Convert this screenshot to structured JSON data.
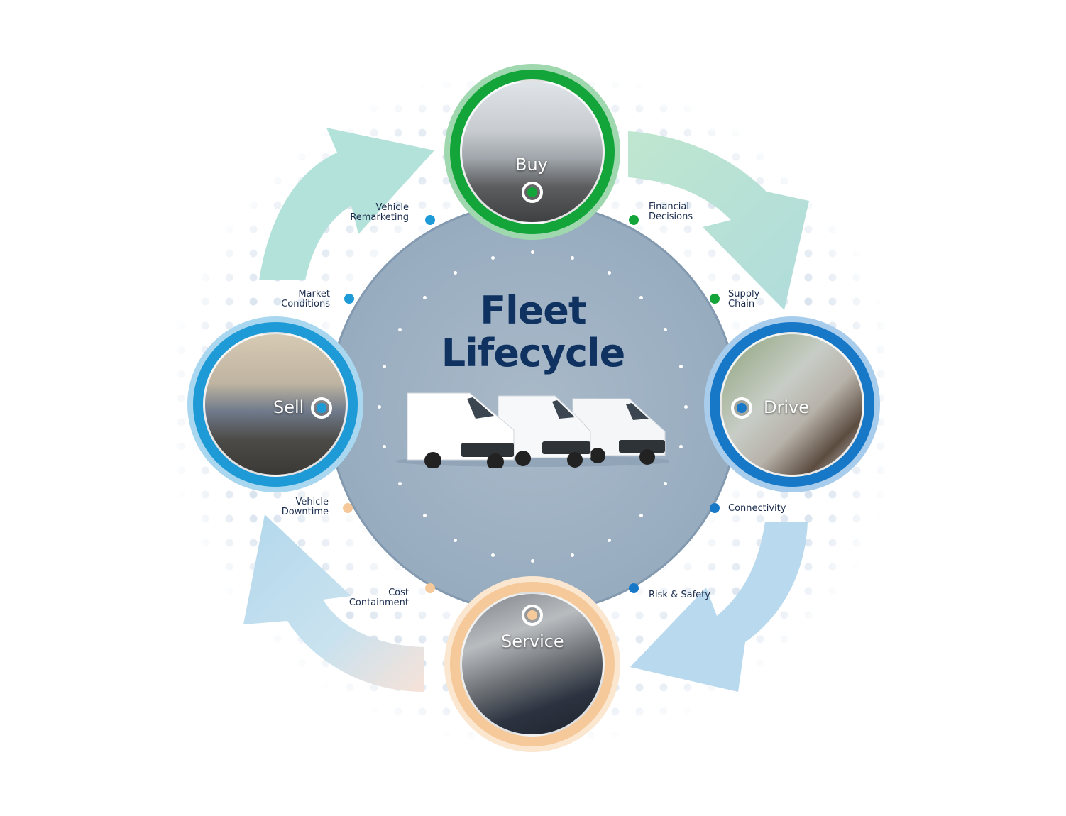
{
  "title": {
    "line1": "Fleet",
    "line2": "Lifecycle"
  },
  "colors": {
    "title": "#0f3261",
    "hub": "#9aaec1",
    "buy": "#13a53a",
    "drive": "#1778c8",
    "sell": "#1e9ad6",
    "service": "#f5c999",
    "arrow_green": "#b4e1d0",
    "arrow_blue": "#b5d8ec",
    "label_text": "#1b2c4d"
  },
  "stages": [
    {
      "id": "buy",
      "label": "Buy",
      "icon": "target-icon"
    },
    {
      "id": "drive",
      "label": "Drive",
      "icon": "target-icon"
    },
    {
      "id": "service",
      "label": "Service",
      "icon": "target-icon"
    },
    {
      "id": "sell",
      "label": "Sell",
      "icon": "target-icon"
    }
  ],
  "factors": [
    {
      "label_line1": "Financial",
      "label_line2": "Decisions",
      "color": "#13a53a"
    },
    {
      "label_line1": "Supply",
      "label_line2": "Chain",
      "color": "#13a53a"
    },
    {
      "label_line1": "Connectivity",
      "label_line2": "",
      "color": "#1778c8"
    },
    {
      "label_line1": "Risk & Safety",
      "label_line2": "",
      "color": "#1778c8"
    },
    {
      "label_line1": "Cost",
      "label_line2": "Containment",
      "color": "#f5c999"
    },
    {
      "label_line1": "Vehicle",
      "label_line2": "Downtime",
      "color": "#f5c999"
    },
    {
      "label_line1": "Market",
      "label_line2": "Conditions",
      "color": "#1e9ad6"
    },
    {
      "label_line1": "Vehicle",
      "label_line2": "Remarketing",
      "color": "#1e9ad6"
    }
  ]
}
